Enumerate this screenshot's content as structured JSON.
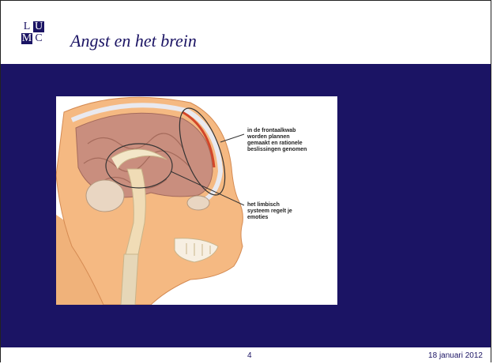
{
  "header": {
    "logo": {
      "letters": [
        "L",
        "U",
        "M",
        "C"
      ]
    },
    "title": "Angst en het brein"
  },
  "illustration": {
    "annotations": [
      "in de frontaalkwab worden plannen gemaakt en rationele beslissingen genomen",
      "het limbisch systeem regelt je emoties"
    ]
  },
  "footer": {
    "page_number": "4",
    "date": "18 januari 2012"
  },
  "colors": {
    "navy": "#1b1464",
    "skin": "#f5b982",
    "brain": "#c98e7e"
  }
}
